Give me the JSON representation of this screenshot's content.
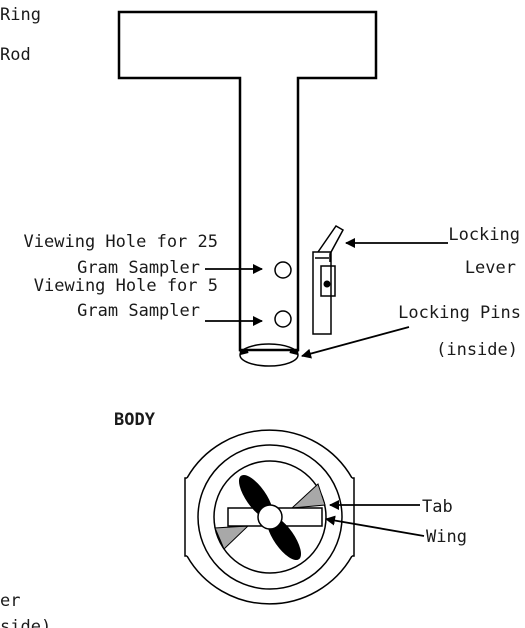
{
  "labels": {
    "ring_partial": "Ring",
    "rod_partial": "Rod",
    "viewing_hole_25_line1": "Viewing Hole for 25",
    "viewing_hole_25_line2": "Gram Sampler",
    "viewing_hole_5_line1": "Viewing Hole for 5",
    "viewing_hole_5_line2": "Gram Sampler",
    "locking_lever_line1": "Locking",
    "locking_lever_line2": "Lever",
    "locking_pins_line1": "Locking Pins",
    "locking_pins_line2": "(inside)",
    "body_heading": "BODY",
    "tab": "Tab",
    "wing": "Wing",
    "bottom_partial_line1": "er",
    "bottom_partial_line2": "side)"
  },
  "colors": {
    "line": "#000000",
    "text": "#1a1a1a",
    "shaded": "#a8a8a8",
    "background": "#ffffff"
  }
}
